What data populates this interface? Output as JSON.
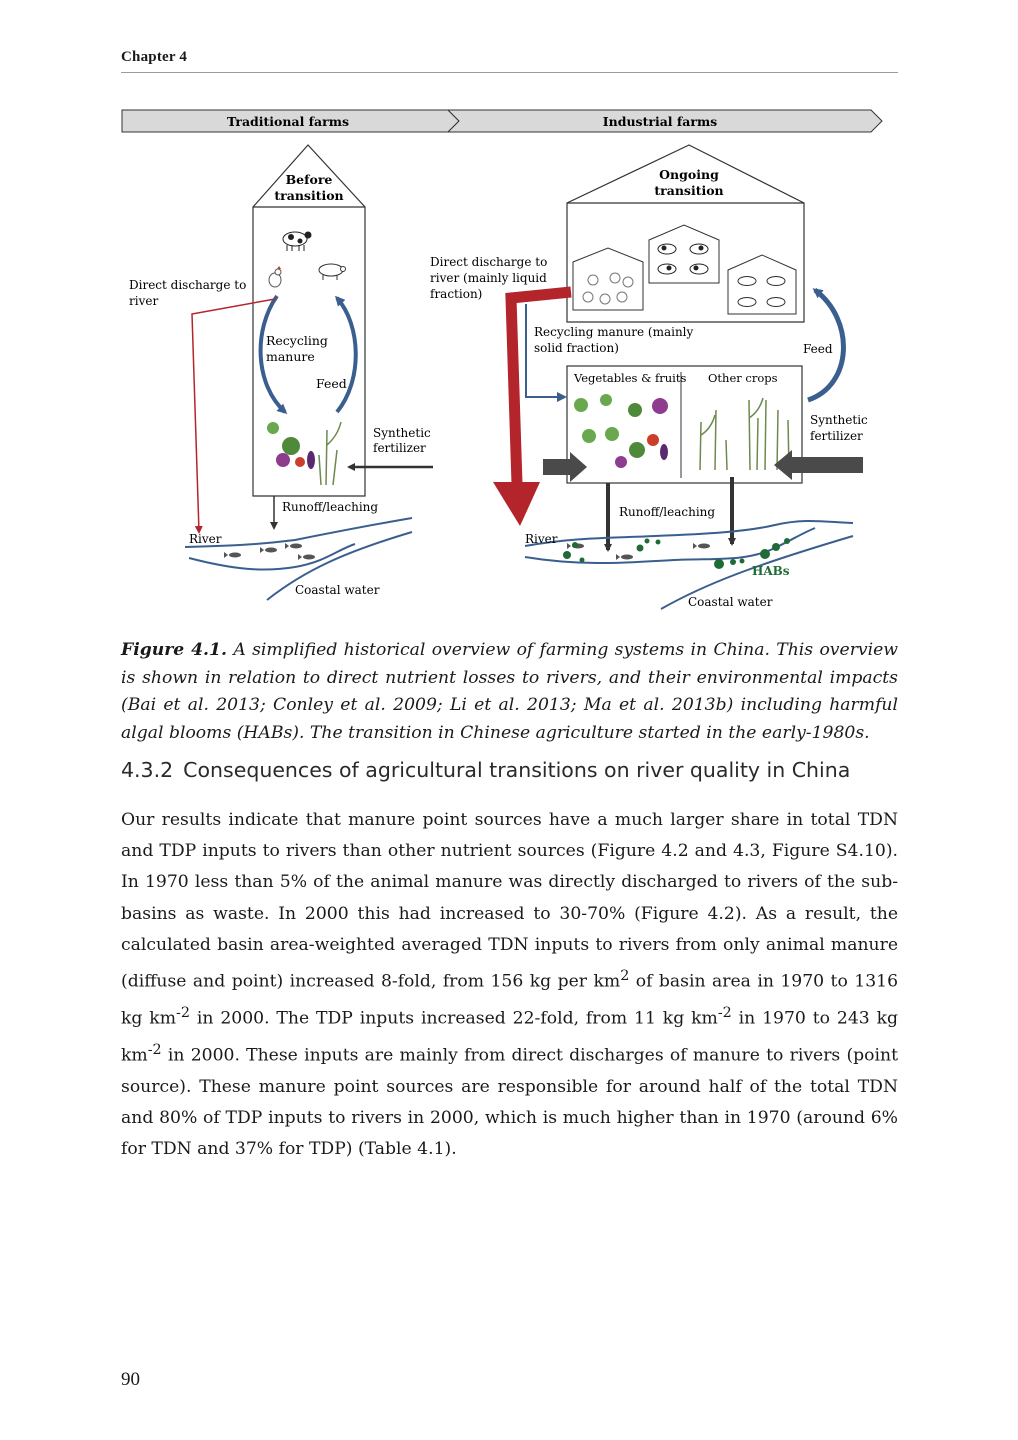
{
  "header": {
    "chapter": "Chapter 4"
  },
  "figure": {
    "banner_left": "Traditional farms",
    "banner_right": "Industrial farms",
    "before_label_1": "Before",
    "before_label_2": "transition",
    "ongoing_label_1": "Ongoing",
    "ongoing_label_2": "transition",
    "left_direct_1": "Direct discharge to",
    "left_direct_2": "river",
    "left_recycling_1": "Recycling",
    "left_recycling_2": "manure",
    "left_feed": "Feed",
    "left_synthetic_1": "Synthetic",
    "left_synthetic_2": "fertilizer",
    "left_runoff": "Runoff/leaching",
    "left_river": "River",
    "left_coastal": "Coastal water",
    "right_direct_1": "Direct discharge to",
    "right_direct_2": "river (mainly liquid",
    "right_direct_3": "fraction)",
    "right_recycling_1": "Recycling manure (mainly",
    "right_recycling_2": "solid fraction)",
    "right_feed": "Feed",
    "veg_label": "Vegetables & fruits",
    "other_label": "Other crops",
    "right_synthetic_1": "Synthetic",
    "right_synthetic_2": "fertilizer",
    "right_runoff": "Runoff/leaching",
    "right_river": "River",
    "habs": "HABs",
    "right_coastal": "Coastal water",
    "colors": {
      "red_arrow": "#b3252b",
      "blue_arrow": "#3a5f8f",
      "grey_arrow": "#4a4a4a",
      "habs_green": "#1f6b35",
      "banner_fill": "#d9d9d9"
    }
  },
  "caption": {
    "label": "Figure 4.1.",
    "text": " A simplified historical overview of farming systems in China. This overview is shown in relation to direct nutrient losses to rivers, and their environmental impacts (Bai et al. 2013; Conley et al. 2009; Li et al. 2013; Ma et al. 2013b) including harmful algal blooms (HABs). The transition in Chinese agriculture started in the early-1980s."
  },
  "section": {
    "number": "4.3.2",
    "title": "Consequences of agricultural transitions on river quality in China"
  },
  "body": {
    "p1": "Our results indicate that manure point sources have a much larger share in total TDN and TDP inputs to rivers than other nutrient sources (Figure 4.2 and 4.3, Figure S4.10). In 1970 less than 5% of the animal manure was directly discharged to rivers of the sub-basins as waste. In 2000 this had increased to 30-70% (Figure 4.2). As a result, the calculated basin area-weighted averaged TDN inputs to rivers from only animal manure (diffuse and point) increased 8-fold, from 156 kg per km",
    "sup1": "2",
    "p2": " of basin area in 1970 to 1316 kg km",
    "sup2": "-2",
    "p3": " in 2000. The TDP inputs increased 22-fold, from 11 kg km",
    "sup3": "-2",
    "p4": " in 1970 to 243 kg km",
    "sup4": "-2",
    "p5": " in 2000. These inputs are mainly from direct discharges of manure to rivers (point source). These manure point sources are responsible for around half of the total TDN and 80% of TDP inputs to rivers in 2000, which is much higher than in 1970 (around 6% for TDN and 37% for TDP) (Table 4.1)."
  },
  "page_number": "90"
}
